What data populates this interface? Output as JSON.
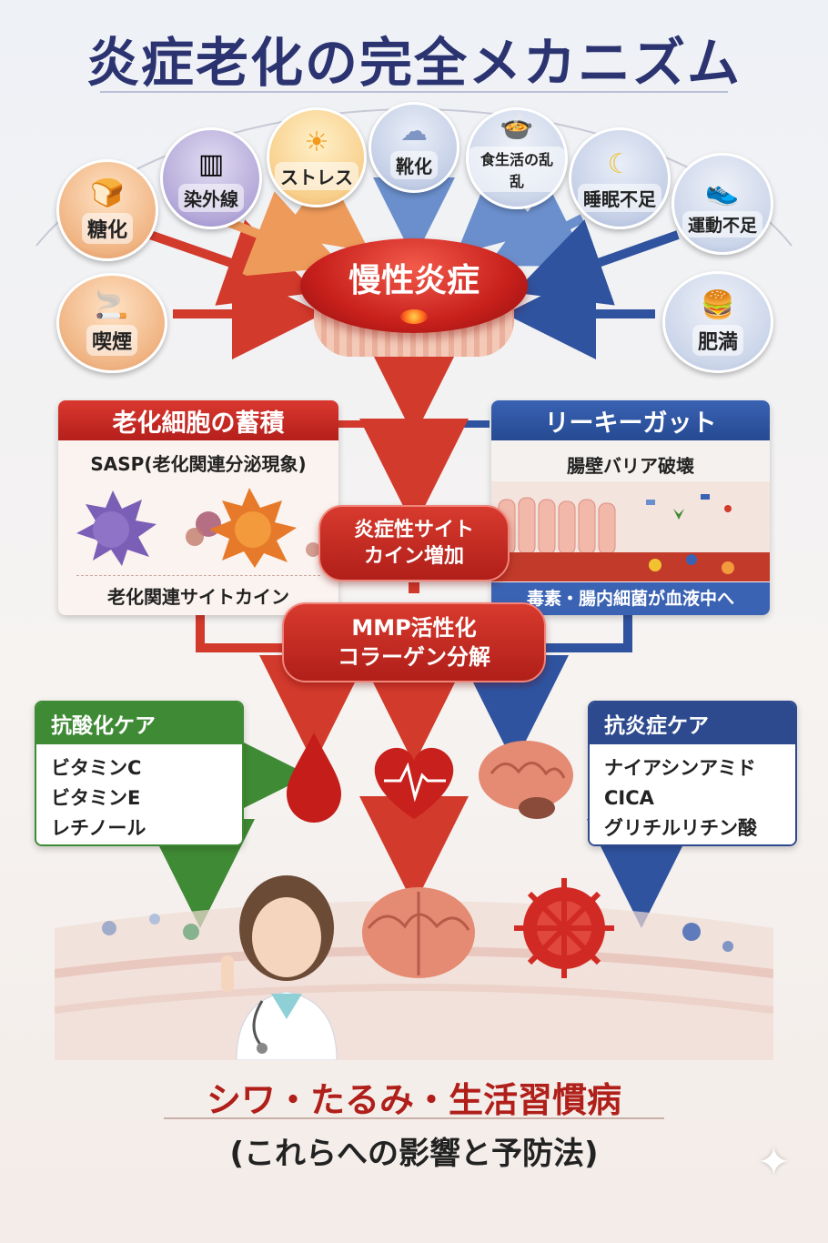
{
  "title": "炎症老化の完全メカニズム",
  "causes": {
    "glycation": "糖化",
    "uv": "染外線",
    "stress": "ストレス",
    "aging": "靴化",
    "diet": "食生活の乱乱",
    "sleep": "睡眠不足",
    "exercise": "運動不足",
    "smoking": "喫煙",
    "obesity": "肥満"
  },
  "center": "慢性炎症",
  "senescence": {
    "title": "老化細胞の蓄積",
    "sasp": "SASP(老化関連分泌現象)",
    "footer": "老化関連サイトカイン"
  },
  "leaky_gut": {
    "title": "リーキーガット",
    "barrier": "腸壁バリア破壊",
    "footer": "毒素・腸内細菌が血液中へ"
  },
  "cytokine": [
    "炎症性サイト",
    "カイン増加"
  ],
  "mmp": [
    "MMP活性化",
    "コラーゲン分解"
  ],
  "antioxidant": {
    "title": "抗酸化ケア",
    "items": [
      "ビタミンC",
      "ビタミンE",
      "レチノール"
    ]
  },
  "anti_inflammatory": {
    "title": "抗炎症ケア",
    "items": [
      "ナイアシンアミド",
      "CICA",
      "グリチルリチン酸"
    ]
  },
  "conclusion": "シワ・たるみ・生活習慣病",
  "subtitle": "(これらへの影響と予防法)",
  "colors": {
    "title": "#2b3470",
    "red": "#c8201c",
    "blue": "#2f539f",
    "green": "#3f8a34",
    "navy": "#2d4a8e"
  },
  "icons": [
    "bread-icon",
    "uv-bars-icon",
    "sun-icon",
    "cloud-icon",
    "food-bowl-icon",
    "moon-icon",
    "sneaker-icon",
    "cigarette-icon",
    "burger-icon",
    "blood-drop-icon",
    "heart-icon",
    "brain-icon",
    "doctor-figure",
    "virus-icon",
    "sparkle-icon"
  ]
}
